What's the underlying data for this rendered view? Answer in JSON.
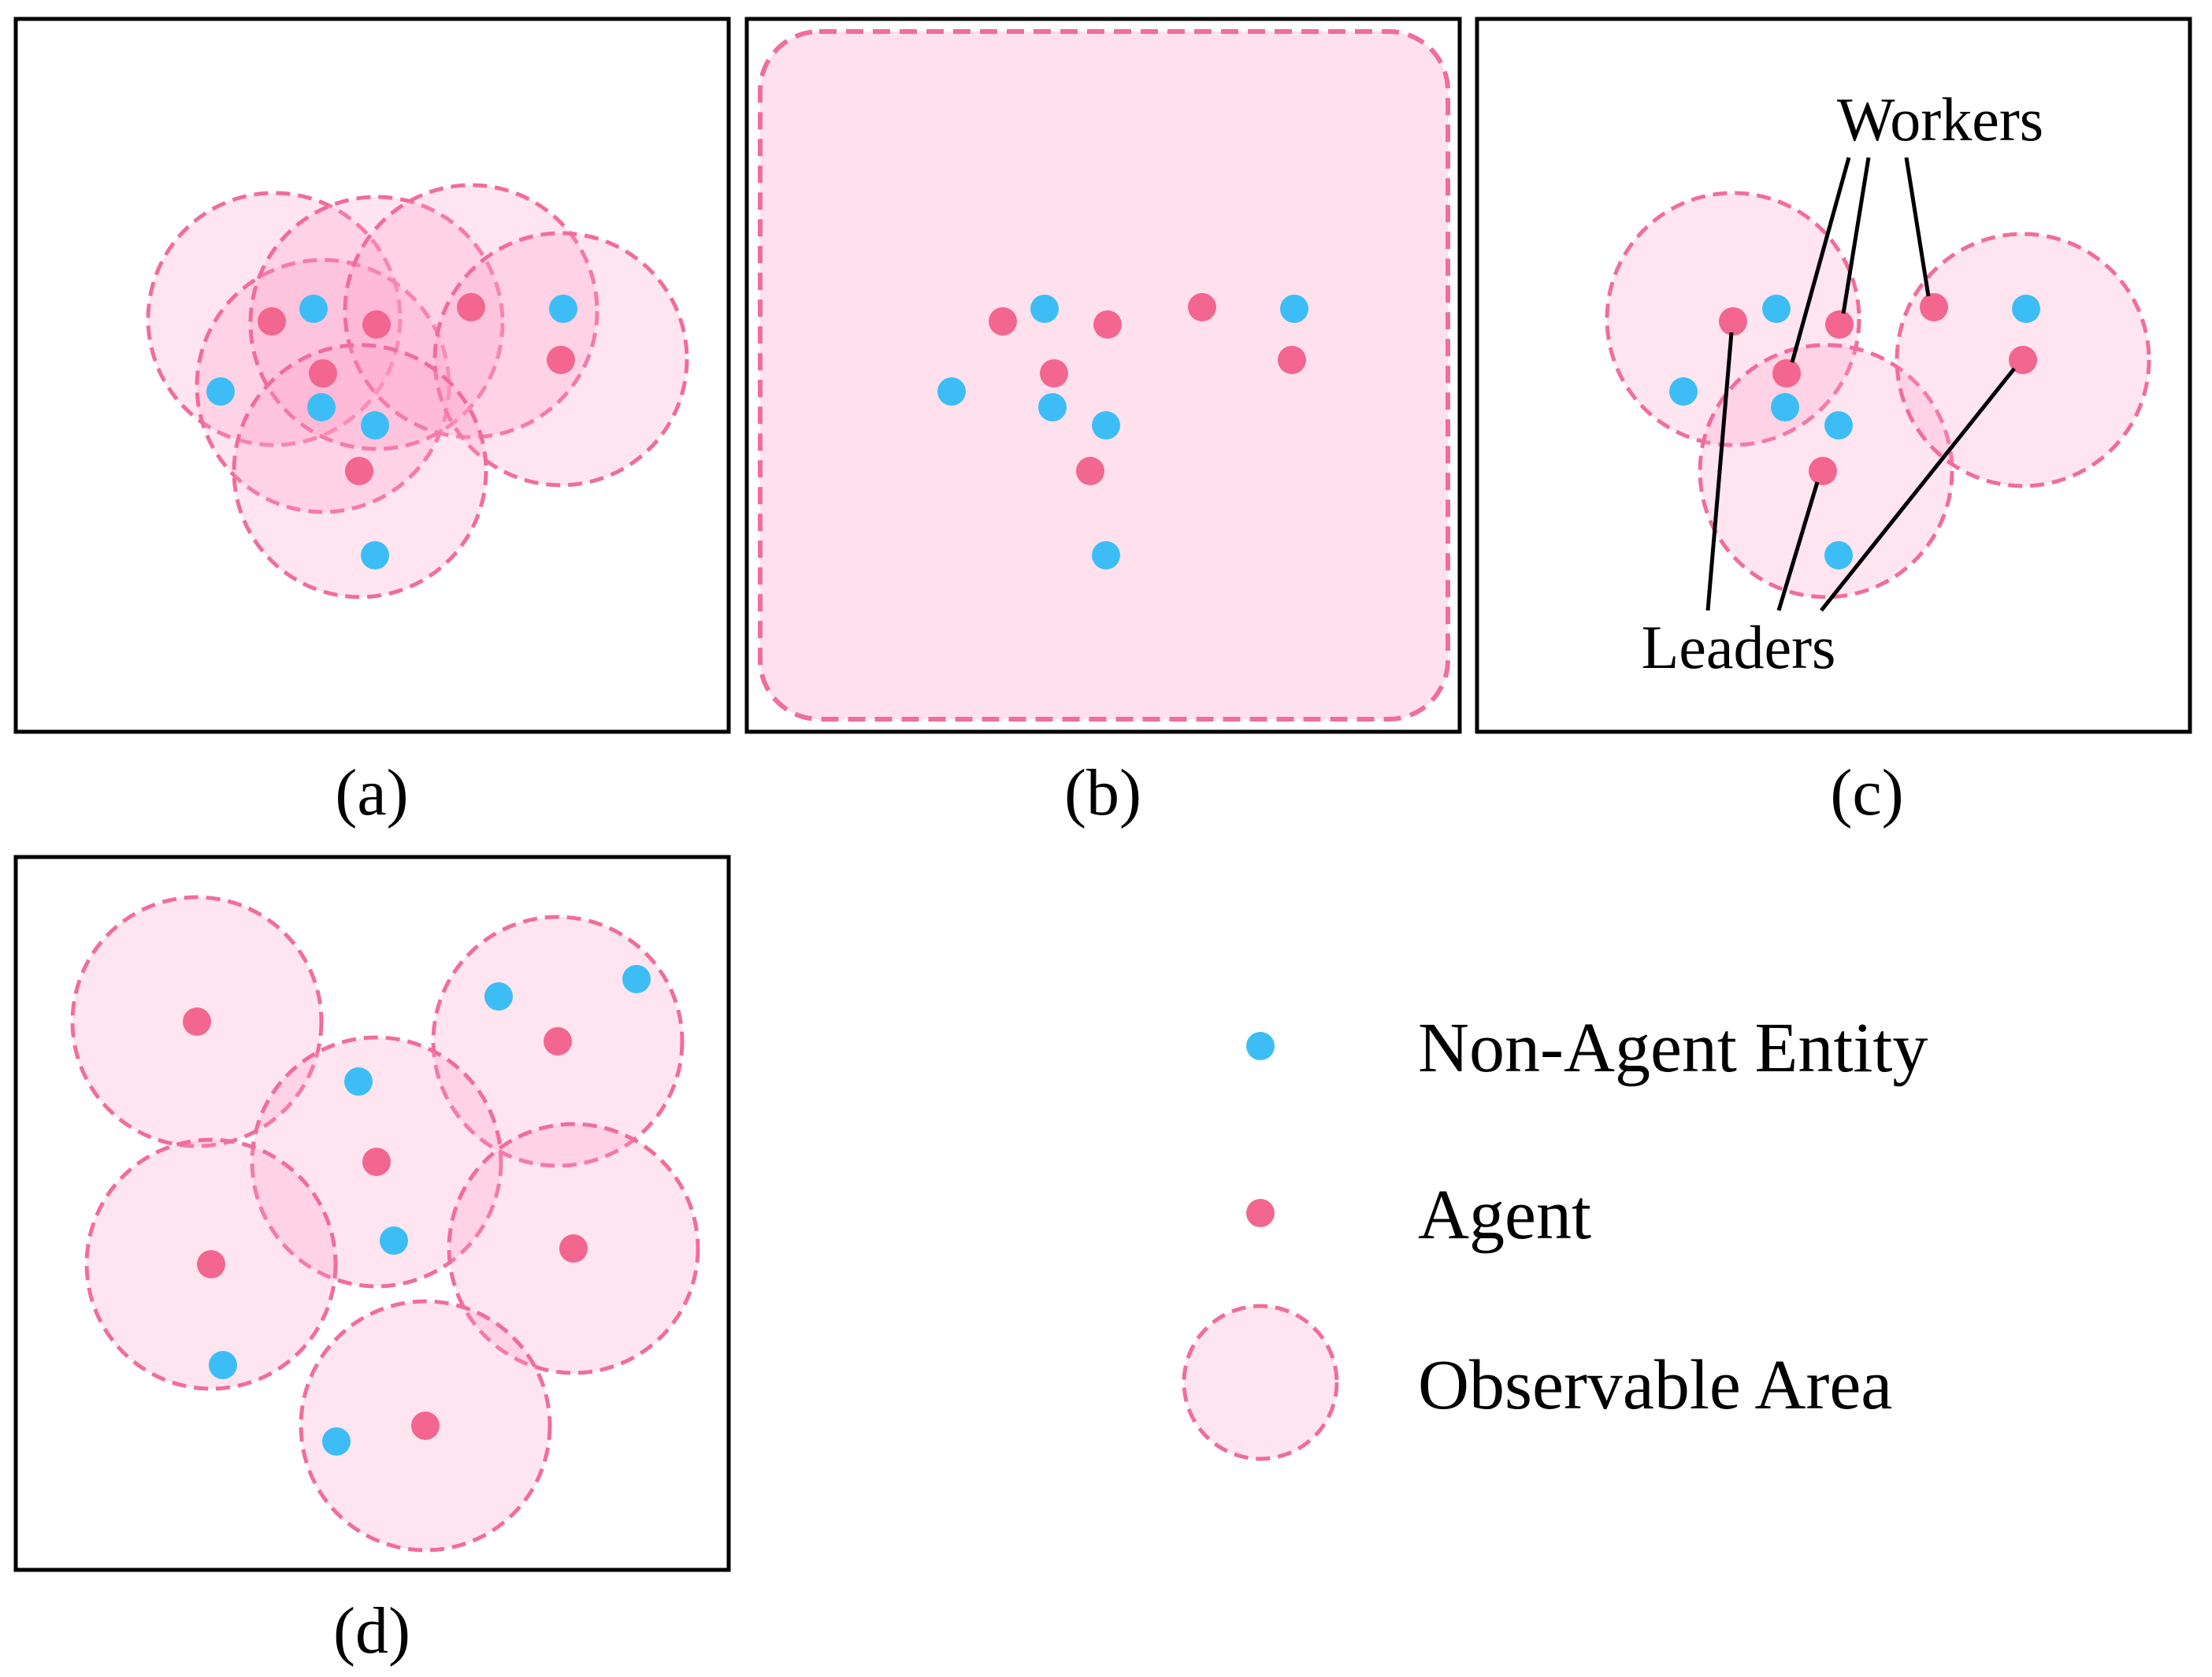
{
  "captions": {
    "a": "(a)",
    "b": "(b)",
    "c": "(c)",
    "d": "(d)"
  },
  "annotations": {
    "workers": "Workers",
    "leaders": "Leaders"
  },
  "legend": {
    "entity": "Non-Agent Entity",
    "agent": "Agent",
    "area": "Observable Area"
  },
  "colors": {
    "agent": "#f2668f",
    "entity": "#3dbdf5",
    "area_fill": "#ffdbe8",
    "area_stroke": "#f06d9c"
  }
}
